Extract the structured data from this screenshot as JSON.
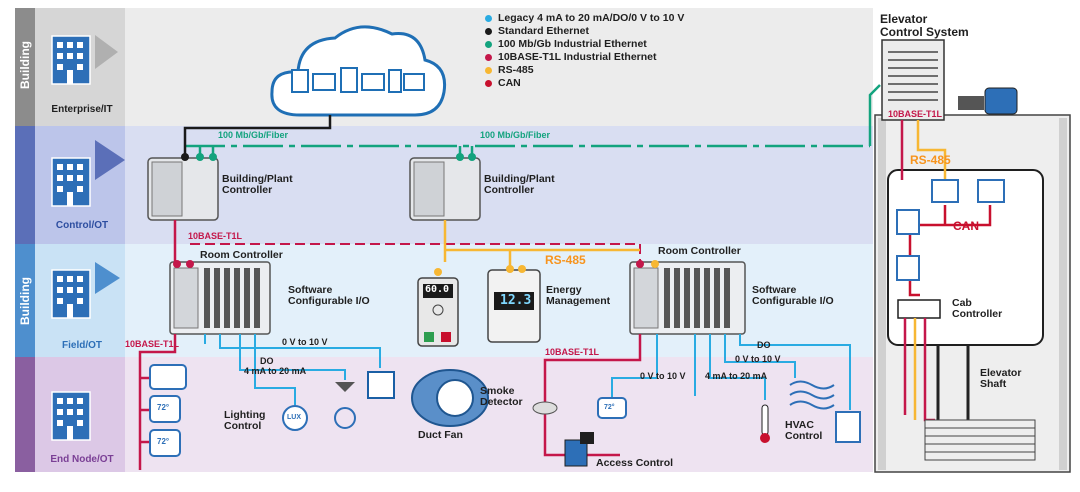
{
  "colors": {
    "legacy": "#29abe2",
    "standard_ethernet": "#1a1a1a",
    "industrial_ethernet": "#13a37e",
    "t1l": "#c4174a",
    "rs485": "#f7b733",
    "can": "#c8102e",
    "enterprise_bg": "#ececec",
    "control_bg": "#d9def2",
    "field_bg": "#e3f0fa",
    "endnode_bg": "#eee3f1"
  },
  "legend": [
    {
      "label": "Legacy 4 mA to 20 mA/DO/0 V to 10 V",
      "color": "#29abe2"
    },
    {
      "label": "Standard Ethernet",
      "color": "#1a1a1a"
    },
    {
      "label": "100 Mb/Gb Industrial Ethernet",
      "color": "#13a37e"
    },
    {
      "label": "10BASE-T1L Industrial Ethernet",
      "color": "#c4174a"
    },
    {
      "label": "RS-485",
      "color": "#f7b733"
    },
    {
      "label": "CAN",
      "color": "#c8102e"
    }
  ],
  "side_labels": {
    "building_top": "Building",
    "building_bottom": "Building"
  },
  "layers": {
    "enterprise": "Enterprise/IT",
    "control": "Control/OT",
    "field": "Field/OT",
    "endnode": "End Node/OT"
  },
  "links": {
    "fiber_left": "100 Mb/Gb/Fiber",
    "fiber_right": "100 Mb/Gb/Fiber",
    "t1l_control": "10BASE-T1L",
    "t1l_field": "10BASE-T1L",
    "t1l_access": "10BASE-T1L",
    "t1l_elevator": "10BASE-T1L",
    "rs485_field": "RS-485",
    "rs485_elevator": "RS-485",
    "can": "CAN",
    "v10_left": "0 V to 10 V",
    "do_left": "DO",
    "ma_left": "4 mA to 20 mA",
    "v10_mid": "0 V to 10 V",
    "ma_right": "4 mA to 20 mA",
    "v10_right": "0 V to 10 V",
    "do_right": "DO"
  },
  "devices": {
    "plant_controller_1": "Building/Plant\nController",
    "plant_controller_2": "Building/Plant\nController",
    "room_controller_1": "Room Controller",
    "room_controller_2": "Room Controller",
    "sw_io_1": "Software\nConfigurable I/O",
    "sw_io_2": "Software\nConfigurable I/O",
    "energy": "Energy\nManagement",
    "energy_display": "12.3",
    "duct_display": "60.0",
    "duct_fan": "Duct Fan",
    "smoke": "Smoke\nDetector",
    "access": "Access Control",
    "lighting": "Lighting\nControl",
    "lux": "LUX",
    "hvac": "HVAC\nControl",
    "thermostat": "72°",
    "elevator_system": "Elevator\nControl System",
    "cab": "Cab\nController",
    "shaft": "Elevator\nShaft"
  }
}
